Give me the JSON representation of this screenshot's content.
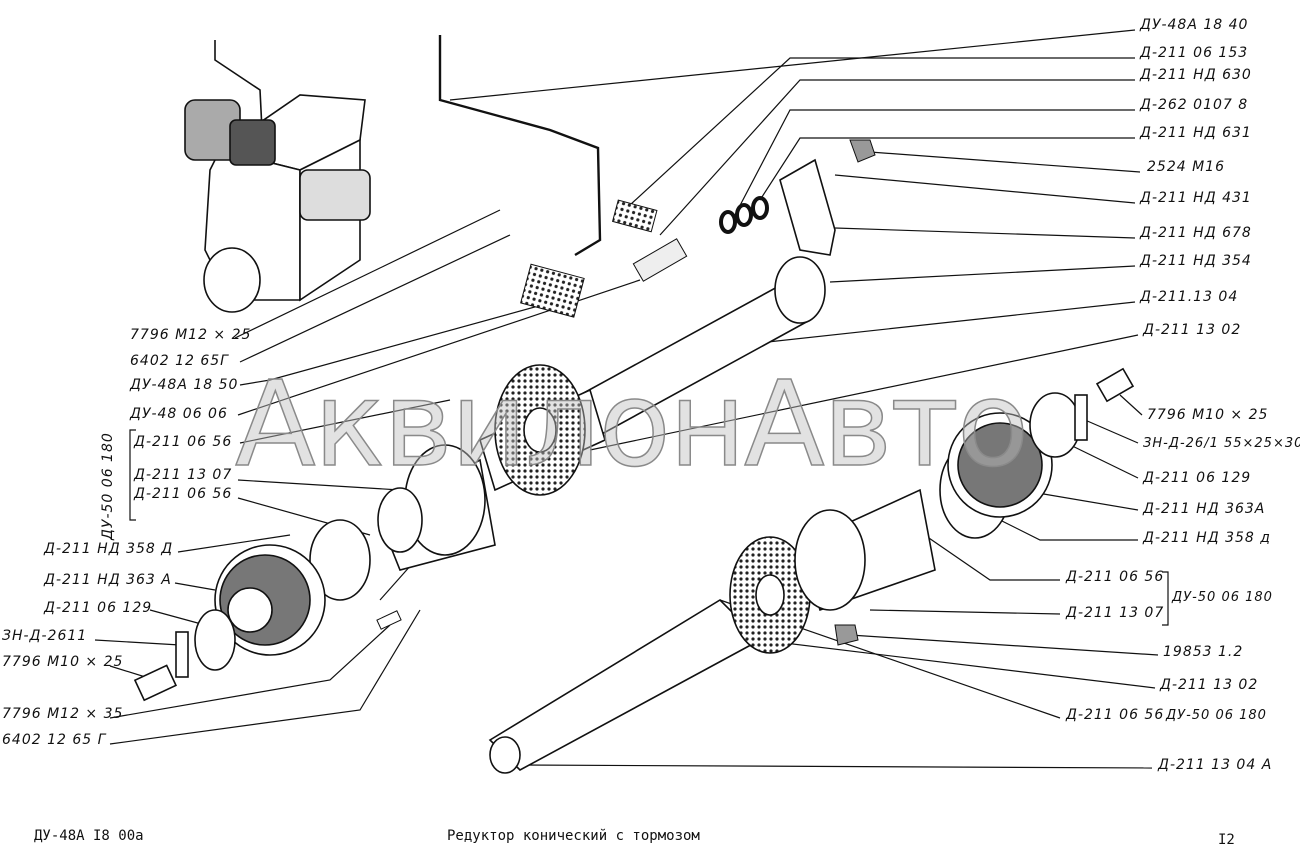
{
  "watermark": "АквилонАвто",
  "labels_right_top": [
    "ДУ-48А 18 40",
    "Д-211 06 153",
    "Д-211 НД 630",
    "Д-262 0107 8",
    "Д-211 НД 631",
    "2524 М16",
    "Д-211 НД 431",
    "Д-211 НД 678",
    "Д-211 НД 354",
    "Д-211.13 04",
    "Д-211 13 02"
  ],
  "labels_right_bottom": [
    "7796 М10 × 25",
    "ЗН-Д-26/1 55×25×30",
    "Д-211 06 129",
    "Д-211 НД 363А",
    "Д-211 НД 358 д",
    "Д-211 06 56",
    "Д-211 13 07",
    "ДУ-50 06 180",
    "19853 1.2",
    "Д-211 13 02",
    "Д-211 06 56",
    "ДУ-50 06 180",
    "Д-211 13 04 А"
  ],
  "labels_left": [
    "7796 М12 × 25",
    "6402 12 65Г",
    "ДУ-48А 18 50",
    "ДУ-48 06 06",
    "Д-211 06 56",
    "Д-211 13 07",
    "Д-211 06 56",
    "ДУ-50 06 180",
    "Д-211 НД 358 Д",
    "Д-211 НД 363 А",
    "Д-211 06 129",
    "ЗН-Д-2611",
    "7796 М10 × 25",
    "7796 М12 × 35",
    "6402 12 65 Г"
  ],
  "footer": {
    "code": "ДУ-48А I8 00а",
    "title": "Редуктор конический с тормозом",
    "page": "I2"
  }
}
